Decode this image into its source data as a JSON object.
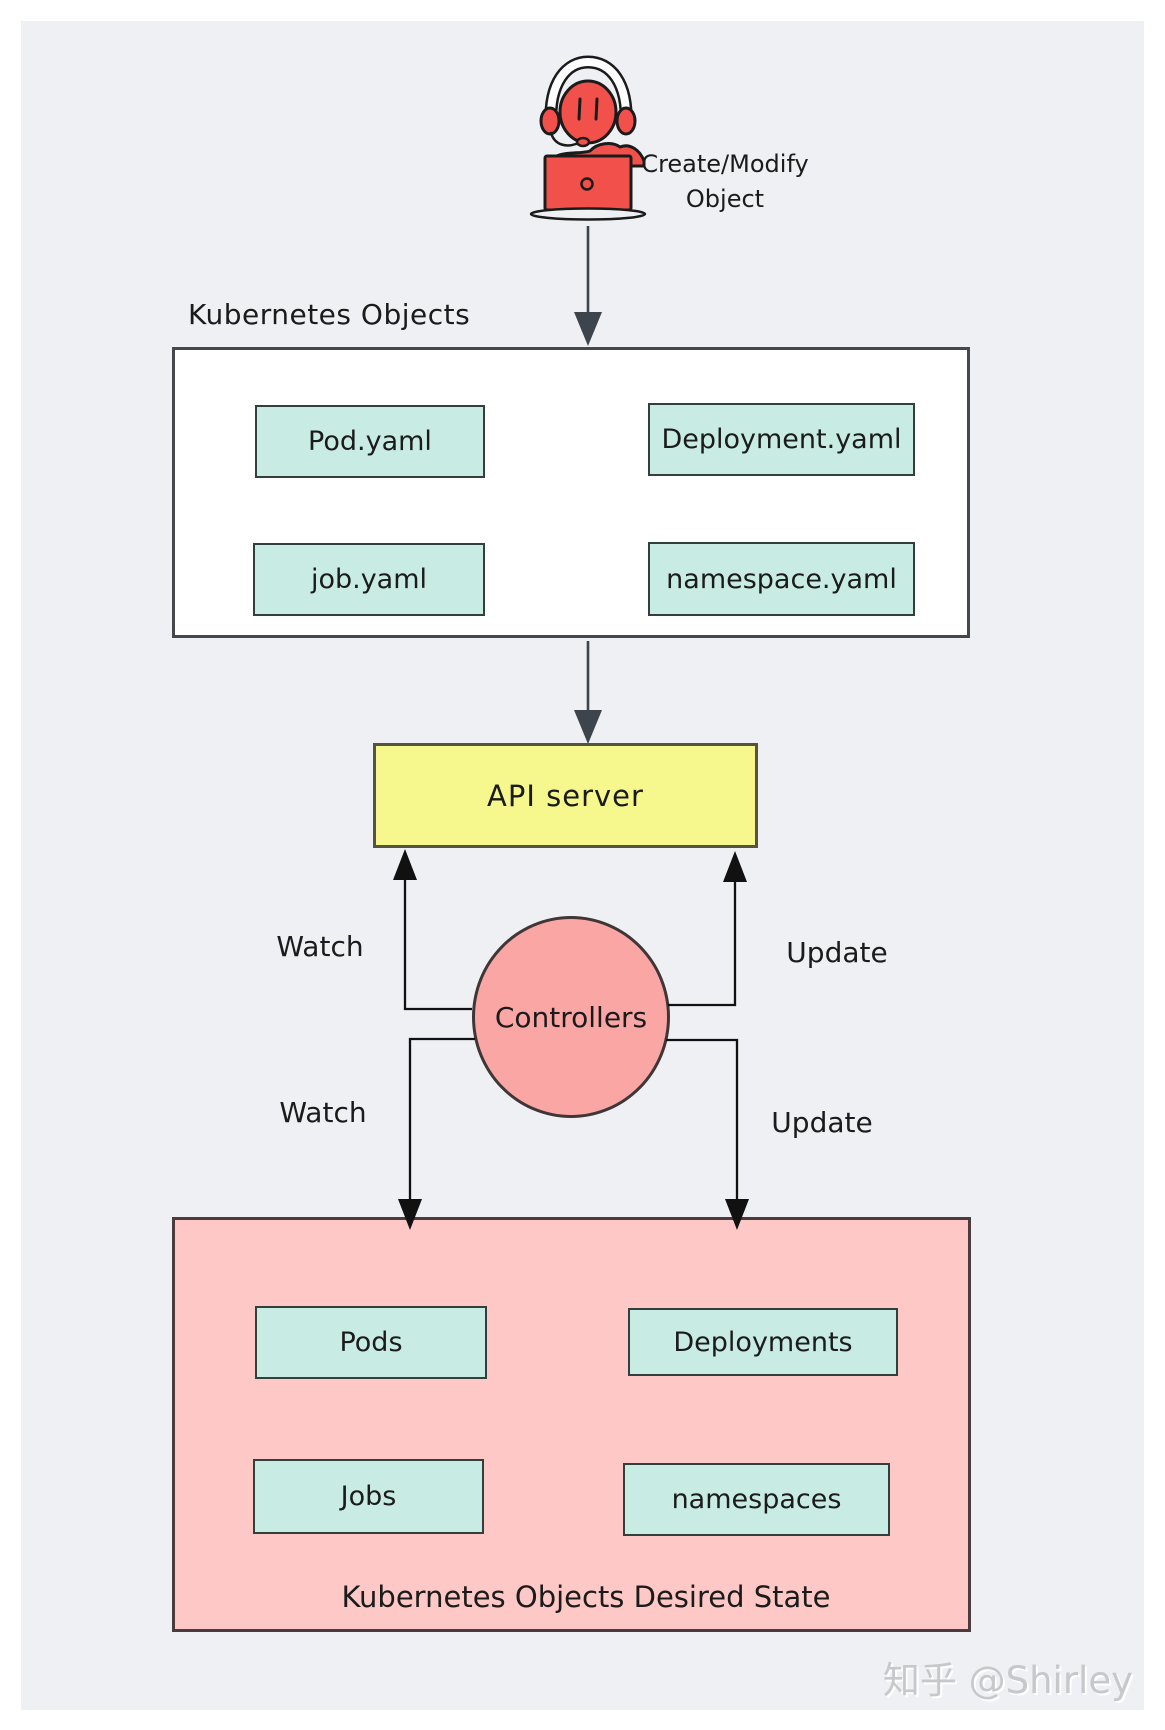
{
  "colors": {
    "canvas-bg": "#eef0f3",
    "page-bg": "#ffffff",
    "ink": "#1b1b1b",
    "box-border": "#45474d",
    "teal-fill": "#c8ece3",
    "teal-border": "#32403c",
    "yellow-fill": "#f6f78c",
    "yellow-border": "#55543f",
    "pink-fill": "#fdc8c5",
    "pink-border": "#4c3b3e",
    "circle-fill": "#f9a6a4",
    "circle-border": "#403537",
    "white-fill": "#ffffff",
    "person-red": "#f2504b",
    "arrow-gray": "#3e444c",
    "arrow-black": "#111111",
    "watermark": "#c7c8cb"
  },
  "user_actor": {
    "caption_line1": "Create/Modify",
    "caption_line2": "Object"
  },
  "kubernetes_objects": {
    "title": "Kubernetes Objects",
    "items": [
      {
        "label": "Pod.yaml"
      },
      {
        "label": "Deployment.yaml"
      },
      {
        "label": "job.yaml"
      },
      {
        "label": "namespace.yaml"
      }
    ]
  },
  "api_server": {
    "label": "API server"
  },
  "controllers": {
    "label": "Controllers"
  },
  "edge_labels": {
    "watch_api": "Watch",
    "update_api": "Update",
    "watch_state": "Watch",
    "update_state": "Update"
  },
  "desired_state": {
    "title": "Kubernetes Objects Desired State",
    "items": [
      {
        "label": "Pods"
      },
      {
        "label": "Deployments"
      },
      {
        "label": "Jobs"
      },
      {
        "label": "namespaces"
      }
    ]
  },
  "watermark": "知乎 @Shirley"
}
